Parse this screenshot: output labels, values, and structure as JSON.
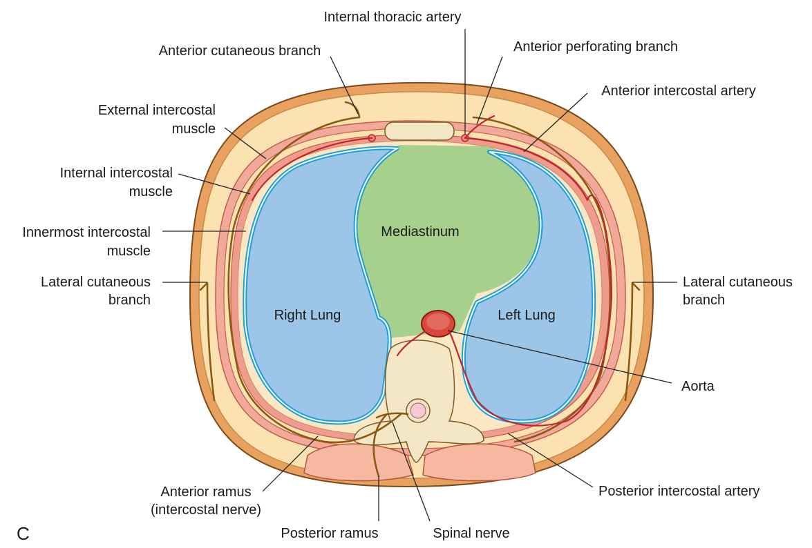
{
  "panel_letter": "C",
  "regions": {
    "mediastinum": "Mediastinum",
    "right_lung": "Right Lung",
    "left_lung": "Left Lung"
  },
  "labels": {
    "internal_thoracic_artery": "Internal thoracic artery",
    "anterior_cutaneous_branch": "Anterior cutaneous branch",
    "anterior_perforating_branch": "Anterior perforating branch",
    "anterior_intercostal_artery": "Anterior intercostal artery",
    "external_intercostal_muscle": [
      "External intercostal",
      "muscle"
    ],
    "internal_intercostal_muscle": [
      "Internal intercostal",
      "muscle"
    ],
    "innermost_intercostal_muscle": [
      "Innermost intercostal",
      "muscle"
    ],
    "lateral_cutaneous_branch_left": [
      "Lateral cutaneous",
      "branch"
    ],
    "lateral_cutaneous_branch_right": [
      "Lateral cutaneous",
      "branch"
    ],
    "aorta": "Aorta",
    "posterior_intercostal_artery": "Posterior intercostal artery",
    "anterior_ramus": [
      "Anterior ramus",
      "(intercostal nerve)"
    ],
    "posterior_ramus": "Posterior ramus",
    "spinal_nerve": "Spinal nerve"
  },
  "colors": {
    "skin": "#e9a15f",
    "fat": "#fbe2b0",
    "muscle": "#e88a7e",
    "pleura": "#1aa0dc",
    "lung": "#9dc5e8",
    "mediastinum": "#a8d08d",
    "bone": "#f2e6c4",
    "back_muscle": "#f6b8a0",
    "aorta": "#d9463a",
    "nerve": "#8a5a14",
    "artery": "#c0272d"
  }
}
